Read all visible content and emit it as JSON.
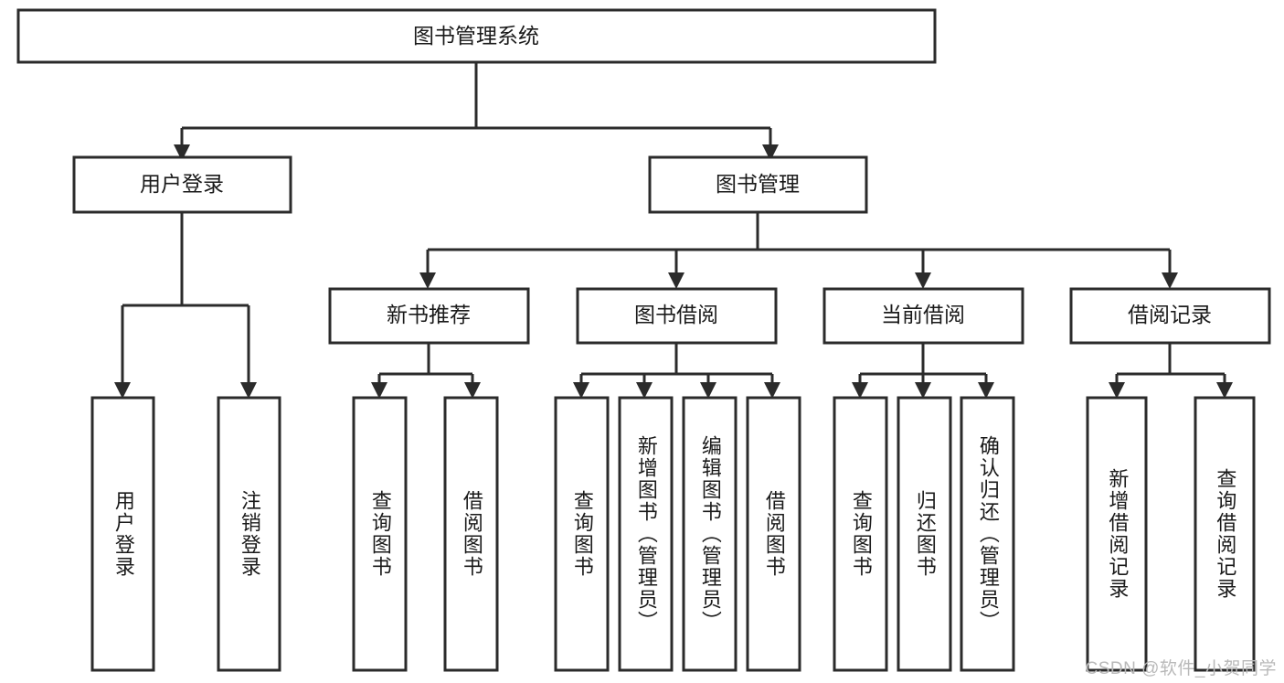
{
  "diagram": {
    "type": "tree-hierarchy",
    "title": "图书管理系统",
    "watermark": "CSDN @软件_小贺同学",
    "colors": {
      "box_fill": "#ffffff",
      "box_stroke": "#2b2b2b",
      "text": "#1a1a1a",
      "watermark": "#b9b9b9",
      "background": "#ffffff"
    },
    "levels": {
      "root": {
        "label": "图书管理系统"
      },
      "level2": [
        {
          "label": "用户登录"
        },
        {
          "label": "图书管理"
        }
      ],
      "level3": [
        {
          "label": "新书推荐"
        },
        {
          "label": "图书借阅"
        },
        {
          "label": "当前借阅"
        },
        {
          "label": "借阅记录"
        }
      ],
      "leaves": [
        {
          "label": "用户登录",
          "parent": "用户登录"
        },
        {
          "label": "注销登录",
          "parent": "用户登录"
        },
        {
          "label": "查询图书",
          "parent": "新书推荐"
        },
        {
          "label": "借阅图书",
          "parent": "新书推荐"
        },
        {
          "label": "查询图书",
          "parent": "图书借阅"
        },
        {
          "label": "新增图书（管理员）",
          "parent": "图书借阅"
        },
        {
          "label": "编辑图书（管理员）",
          "parent": "图书借阅"
        },
        {
          "label": "借阅图书",
          "parent": "图书借阅"
        },
        {
          "label": "查询图书",
          "parent": "当前借阅"
        },
        {
          "label": "归还图书",
          "parent": "当前借阅"
        },
        {
          "label": "确认归还（管理员）",
          "parent": "当前借阅"
        },
        {
          "label": "新增借阅记录",
          "parent": "借阅记录"
        },
        {
          "label": "查询借阅记录",
          "parent": "借阅记录"
        }
      ]
    }
  }
}
